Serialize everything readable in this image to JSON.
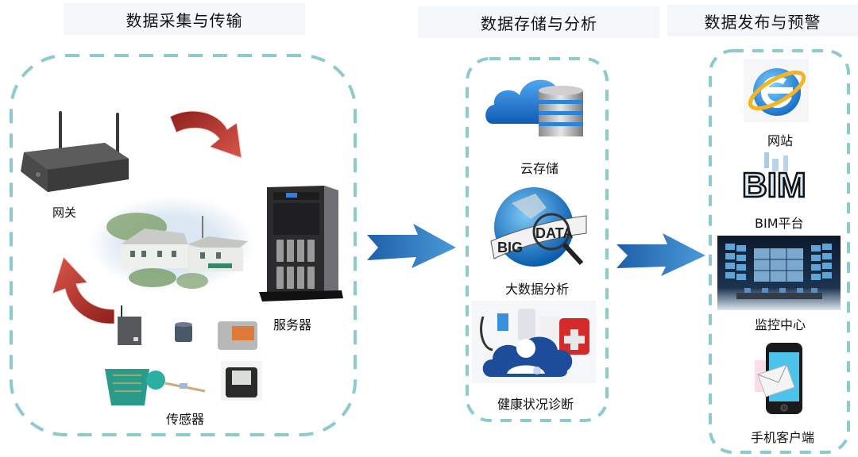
{
  "colors": {
    "dash": "#8ccbcb",
    "title_bg": "#f3f7f9",
    "red_arrow": "#b83a30",
    "blue_arrow": "#2b78c4"
  },
  "sections": [
    {
      "title": "数据采集与传输",
      "items": {
        "gateway": "网关",
        "server": "服务器",
        "sensors": "传感器"
      }
    },
    {
      "title": "数据存储与分析",
      "items": {
        "cloud_storage": "云存储",
        "big_data": "大数据分析",
        "health_diagnosis": "健康状况诊断",
        "big_data_badge": [
          "BIG",
          "DATA"
        ]
      }
    },
    {
      "title": "数据发布与预警",
      "items": {
        "website": "网站",
        "bim_platform": "BIM平台",
        "bim_logo": "BIM",
        "monitoring_center": "监控中心",
        "mobile_client": "手机客户端"
      }
    }
  ],
  "icons": {
    "router": "router-icon",
    "building": "building-icon",
    "server": "server-tower-icon",
    "sensors": "sensor-devices-icon",
    "cloud_db": "cloud-database-icon",
    "globe": "big-data-globe-icon",
    "medical": "medical-cloud-icon",
    "ie": "browser-e-icon",
    "bim": "bim-logo-icon",
    "monitor_wall": "video-wall-icon",
    "phone": "smartphone-mail-icon"
  }
}
